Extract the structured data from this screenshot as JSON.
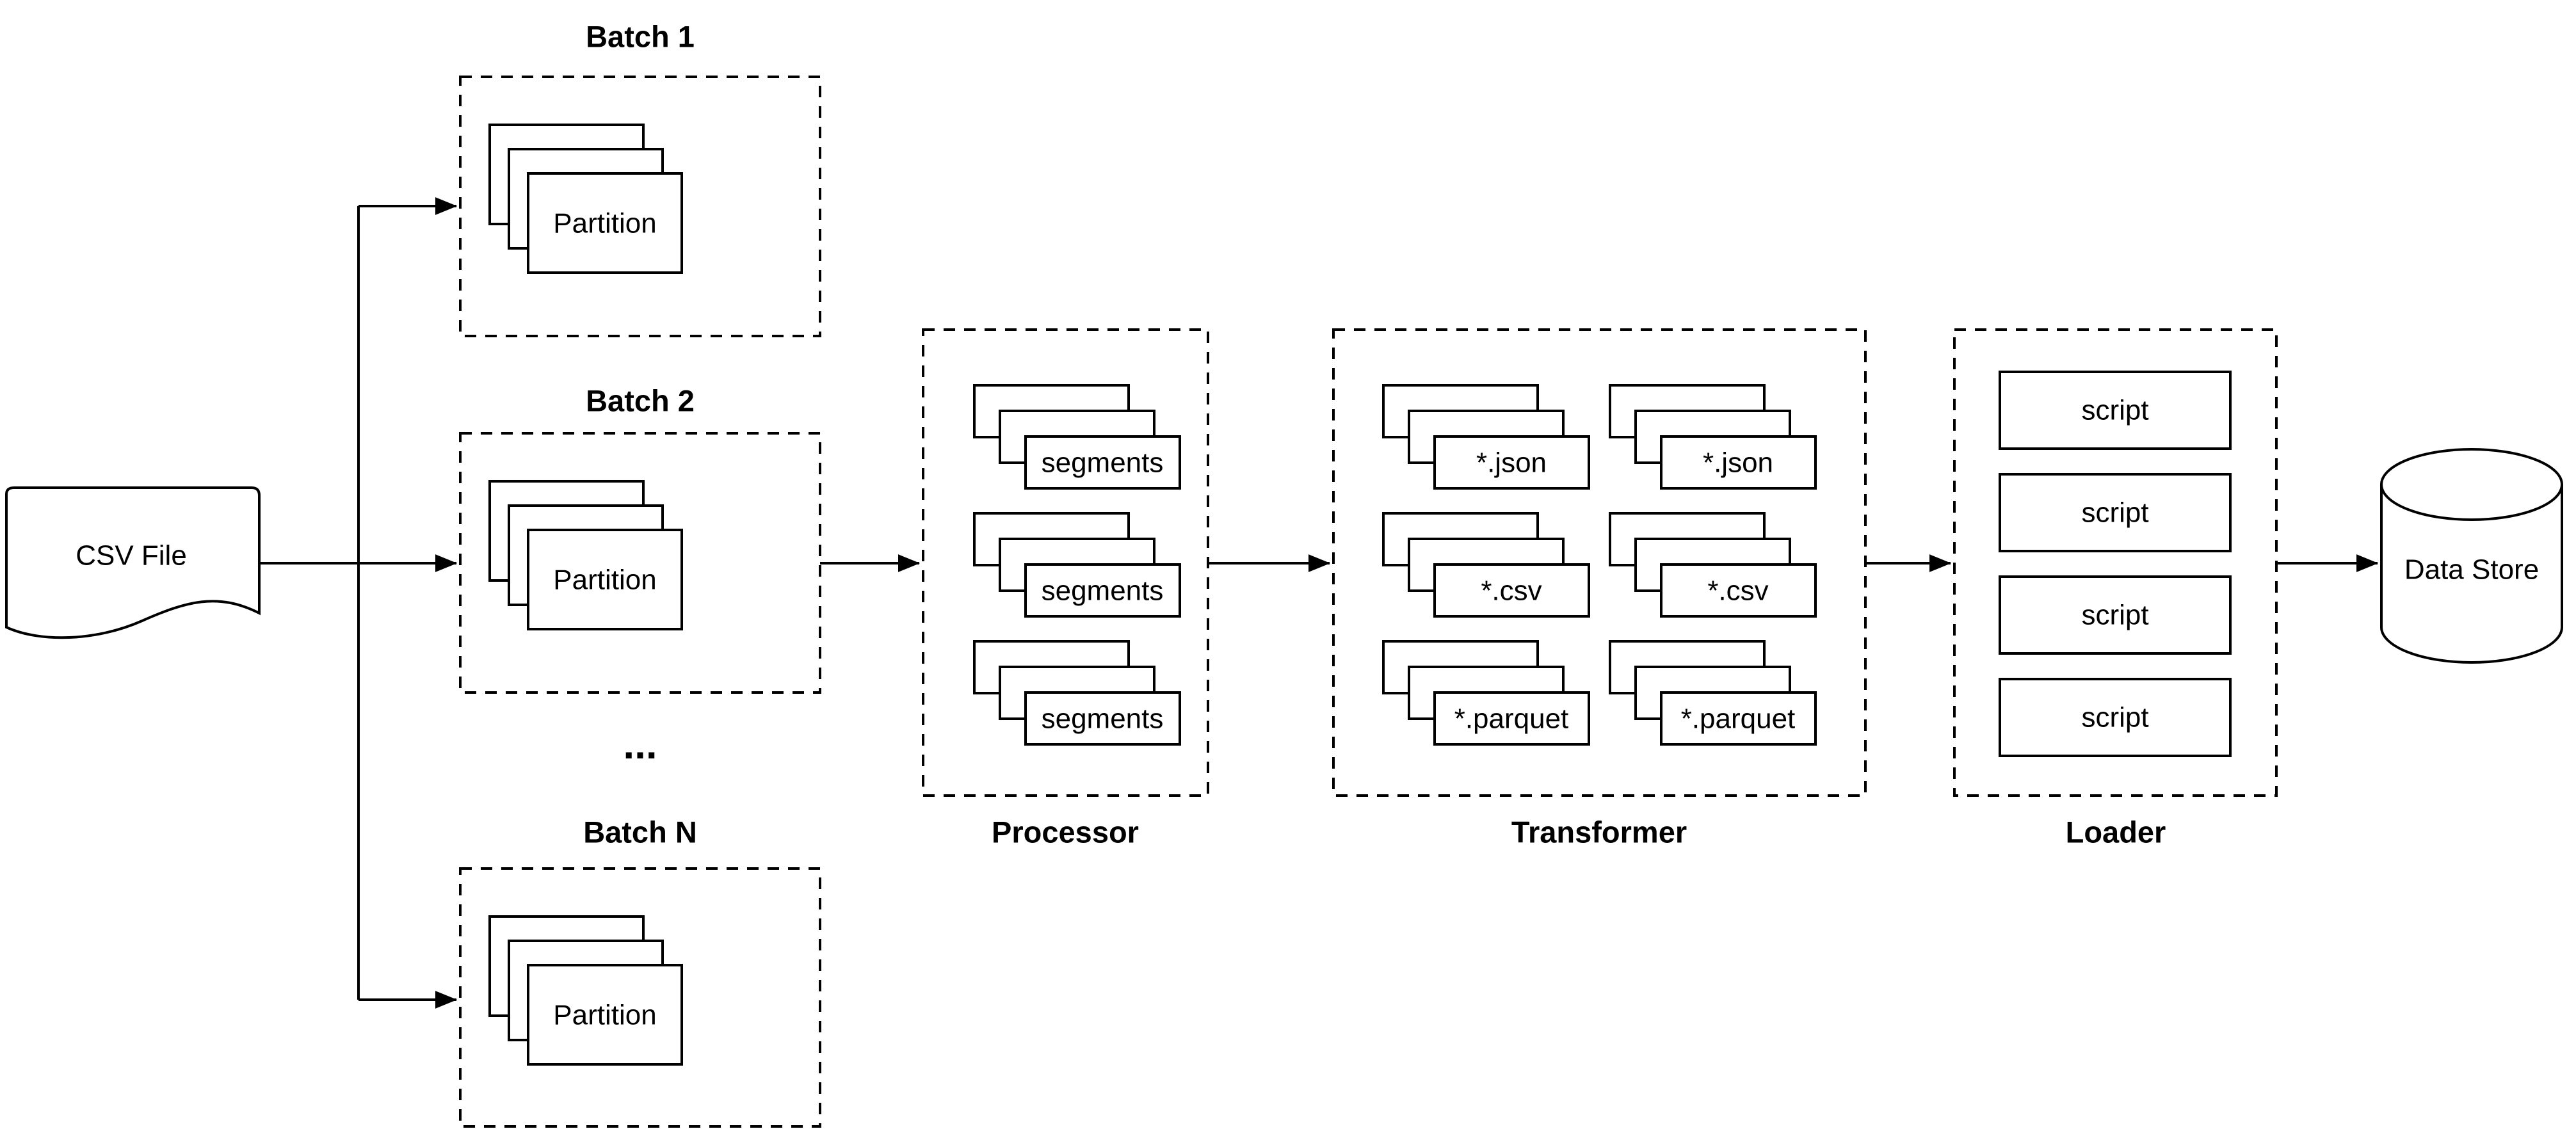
{
  "colors": {
    "stroke": "#000000",
    "background": "#ffffff",
    "shape_fill": "#ffffff"
  },
  "csv_file": {
    "label": "CSV File"
  },
  "batch_1": {
    "title": "Batch 1",
    "item": "Partition"
  },
  "batch_2": {
    "title": "Batch 2",
    "item": "Partition"
  },
  "batches_ellipsis": "...",
  "batch_n": {
    "title": "Batch N",
    "item": "Partition"
  },
  "processor": {
    "title": "Processor",
    "items": [
      "segments",
      "segments",
      "segments"
    ]
  },
  "transformer": {
    "title": "Transformer",
    "columns": [
      [
        "*.json",
        "*.csv",
        "*.parquet"
      ],
      [
        "*.json",
        "*.csv",
        "*.parquet"
      ]
    ]
  },
  "loader": {
    "title": "Loader",
    "items": [
      "script",
      "script",
      "script",
      "script"
    ]
  },
  "data_store": {
    "label": "Data Store"
  }
}
